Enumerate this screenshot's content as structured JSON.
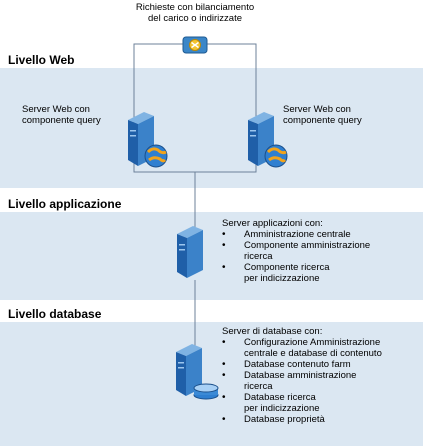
{
  "top_note": {
    "line1": "Richieste con bilanciamento",
    "line2": "del carico o indirizzate"
  },
  "web_tier": {
    "title": "Livello Web",
    "left_server": {
      "line1": "Server Web con",
      "line2": "componente query"
    },
    "right_server": {
      "line1": "Server Web con",
      "line2": "componente query"
    }
  },
  "app_tier": {
    "title": "Livello applicazione",
    "heading": "Server applicazioni con:",
    "items": [
      {
        "lines": [
          "Amministrazione centrale"
        ]
      },
      {
        "lines": [
          "Componente amministrazione",
          "ricerca"
        ]
      },
      {
        "lines": [
          "Componente ricerca",
          "per indicizzazione"
        ]
      }
    ]
  },
  "db_tier": {
    "title": "Livello database",
    "heading": "Server di database con:",
    "items": [
      {
        "lines": [
          "Configurazione Amministrazione",
          "centrale e database di contenuto"
        ]
      },
      {
        "lines": [
          "Database contenuto farm"
        ]
      },
      {
        "lines": [
          "Database amministrazione",
          "ricerca"
        ]
      },
      {
        "lines": [
          "Database ricerca",
          "per indicizzazione"
        ]
      },
      {
        "lines": [
          "Database proprietà"
        ]
      }
    ]
  },
  "icons": {
    "load_balancer": "load-balancer-icon",
    "web_server": "web-server-globe-icon",
    "app_server": "application-server-icon",
    "db_server": "database-server-icon"
  }
}
